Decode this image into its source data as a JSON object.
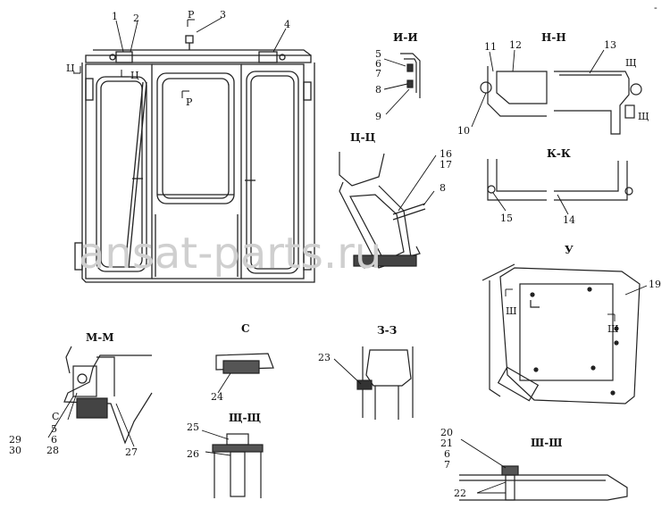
{
  "watermark": "ansat-parts.ru",
  "corner_mark": "-",
  "sections": {
    "ii": "И-И",
    "nn": "Н-Н",
    "tsts": "Ц-Ц",
    "kk": "К-К",
    "mm": "М-М",
    "s": "С",
    "zz": "З-З",
    "shchshch": "Щ-Щ",
    "shsh": "Ш-Ш",
    "u": "У"
  },
  "letters": {
    "p_top": "Р",
    "p_mid": "Р",
    "ts_left": "Ц",
    "ts_left2": "Ц",
    "shch_nn": "Щ",
    "shch_nn2": "Щ",
    "sh_u_left": "Ш",
    "sh_u_right": "Ш",
    "s_mm": "С"
  },
  "callouts": [
    "1",
    "2",
    "3",
    "4",
    "5",
    "6",
    "7",
    "8",
    "9",
    "10",
    "11",
    "12",
    "13",
    "14",
    "15",
    "16",
    "17",
    "8",
    "19",
    "5",
    "6",
    "28",
    "29",
    "30",
    "27",
    "24",
    "23",
    "25",
    "26",
    "20",
    "21",
    "6",
    "7",
    "22"
  ]
}
